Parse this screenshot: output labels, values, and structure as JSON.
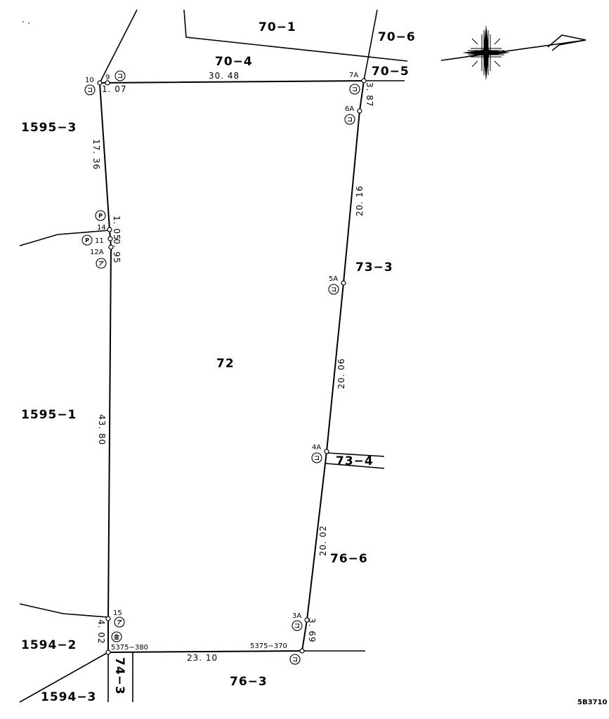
{
  "parcels": {
    "p70_1": "70−1",
    "p70_6": "70−6",
    "p70_4": "70−4",
    "p70_5": "70−5",
    "p1595_3": "1595−3",
    "p73_3": "73−3",
    "p72": "72",
    "p1595_1": "1595−1",
    "p73_4": "73−4",
    "p76_6": "76−6",
    "p1594_2": "1594−2",
    "p76_3": "76−3",
    "p1594_3": "1594−3",
    "p74_3": "74−3"
  },
  "distances": {
    "d_9_7A": "30. 48",
    "d_10_9": "1. 07",
    "d_7A_6A": "3. 87",
    "d_10_14": "17. 36",
    "d_6A_5A": "20. 16",
    "d_14_11": "1. 05",
    "d_11_12A": "0. 95",
    "d_5A_4A": "20. 06",
    "d_12A_15": "43. 80",
    "d_4A_3A": "20. 02",
    "d_3A_370": "3. 69",
    "d_15_380": "4. 02",
    "d_380_370": "23. 10"
  },
  "points": {
    "pt10": "10",
    "pt9": "9",
    "pt7A": "7A",
    "pt6A": "6A",
    "pt14": "14",
    "pt11": "11",
    "pt12A": "12A",
    "pt5A": "5A",
    "pt4A": "4A",
    "pt15": "15",
    "pt3A": "3A",
    "pt380": "5375−380",
    "pt370": "5375−370"
  },
  "marks": {
    "ko": "コ",
    "ta": "ア",
    "p": "P",
    "kin": "金"
  },
  "footer_code": "5B3710",
  "icons": [
    "compass-rose-icon",
    "north-arrow-icon"
  ]
}
